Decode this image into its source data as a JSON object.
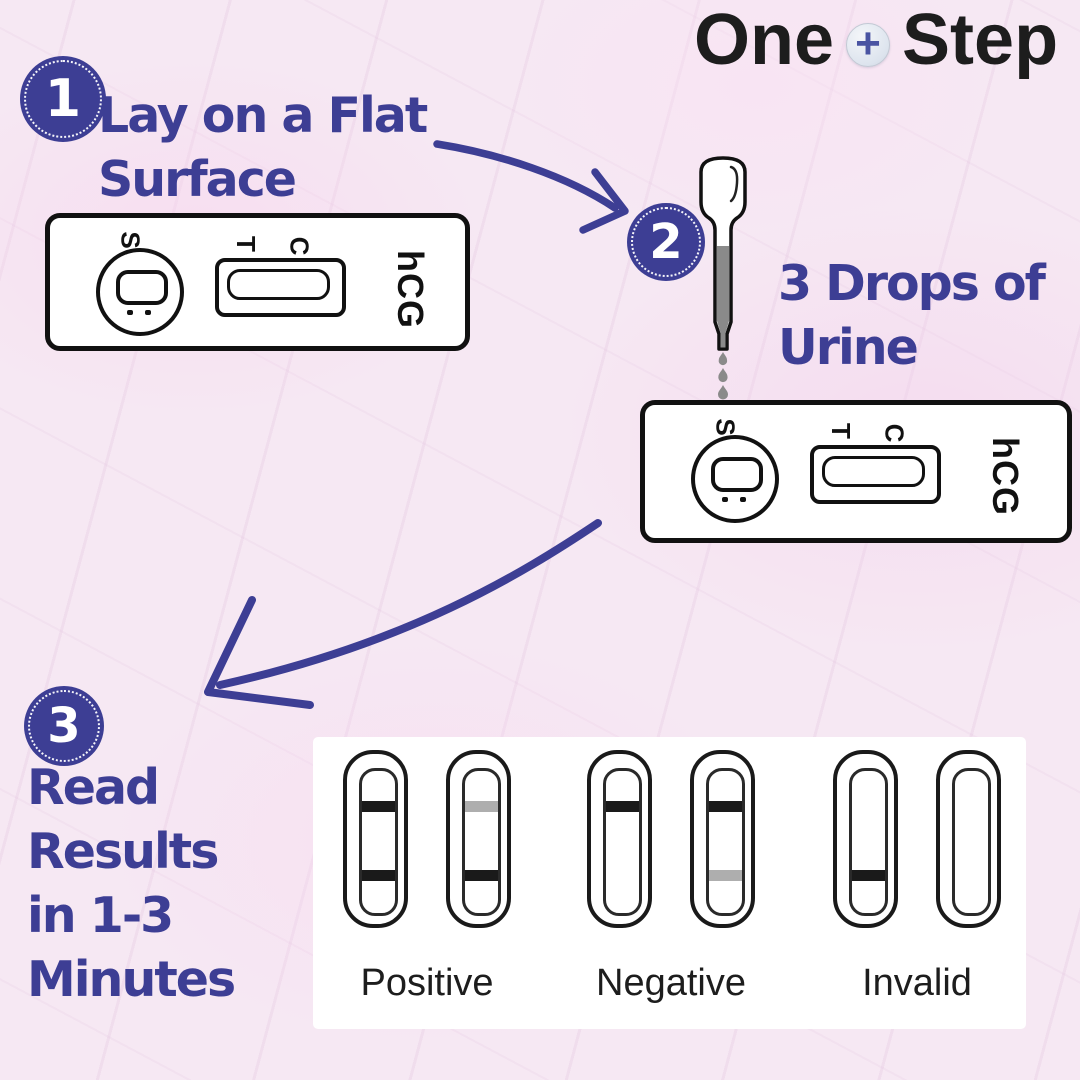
{
  "logo": {
    "word1": "One",
    "plus_icon": "+",
    "word2": "Step"
  },
  "steps": [
    {
      "number": "1",
      "lines": [
        "Lay on a Flat",
        "Surface"
      ]
    },
    {
      "number": "2",
      "lines": [
        "3 Drops of",
        "Urine"
      ]
    },
    {
      "number": "3",
      "lines": [
        "Read",
        "Results",
        "in 1-3",
        "Minutes"
      ]
    }
  ],
  "cassette": {
    "sample_label": "S",
    "test_label": "T",
    "control_label": "C",
    "type_label": "hCG"
  },
  "results": {
    "groups": [
      {
        "label": "Positive",
        "strips": [
          {
            "c_band": "dark",
            "t_band": "dark"
          },
          {
            "c_band": "faint",
            "t_band": "dark"
          }
        ]
      },
      {
        "label": "Negative",
        "strips": [
          {
            "c_band": "dark",
            "t_band": "none"
          },
          {
            "c_band": "dark",
            "t_band": "faint"
          }
        ]
      },
      {
        "label": "Invalid",
        "strips": [
          {
            "c_band": "none",
            "t_band": "dark"
          },
          {
            "c_band": "none",
            "t_band": "none"
          }
        ]
      }
    ]
  },
  "colors": {
    "indigo": "#3d3e94",
    "logo_black": "#1d1d1d",
    "outline_black": "#111111",
    "band_dark": "#1a1a1a",
    "band_faint": "#aeaeae",
    "liquid_gray": "#8a8a8a",
    "panel_white": "#ffffff",
    "background_pink": "#f6e8f3"
  }
}
